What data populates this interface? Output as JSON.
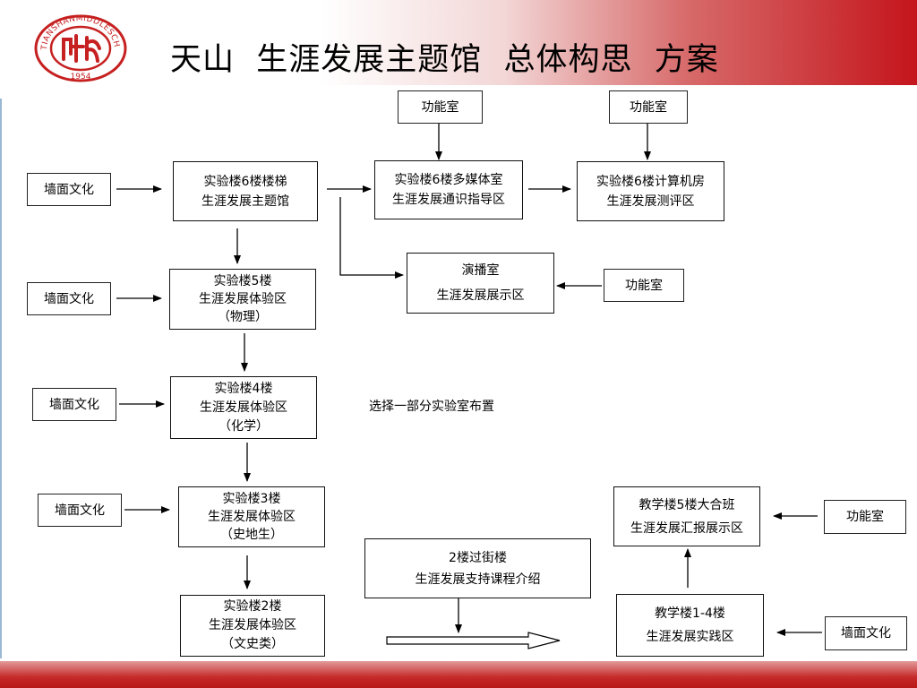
{
  "header": {
    "title": "天山  生涯发展主题馆  总体构思  方案",
    "logo": {
      "icon": "school-seal-logo",
      "ring_text": "TIANSHANMIDDLESCHOOL",
      "year": "1954"
    }
  },
  "diagram": {
    "note": "选择一部分实验室布置",
    "nodes": {
      "wall1": {
        "lines": [
          "墙面文化"
        ]
      },
      "wall2": {
        "lines": [
          "墙面文化"
        ]
      },
      "wall3": {
        "lines": [
          "墙面文化"
        ]
      },
      "wall4": {
        "lines": [
          "墙面文化"
        ]
      },
      "wall5": {
        "lines": [
          "墙面文化"
        ]
      },
      "func1": {
        "lines": [
          "功能室"
        ]
      },
      "func2": {
        "lines": [
          "功能室"
        ]
      },
      "func3": {
        "lines": [
          "功能室"
        ]
      },
      "func4": {
        "lines": [
          "功能室"
        ]
      },
      "hall": {
        "lines": [
          "实验楼6楼楼梯",
          "生涯发展主题馆"
        ]
      },
      "multimedia": {
        "lines": [
          "实验楼6楼多媒体室",
          "生涯发展通识指导区"
        ]
      },
      "computer": {
        "lines": [
          "实验楼6楼计算机房",
          "生涯发展测评区"
        ]
      },
      "studio": {
        "lines": [
          "演播室",
          "生涯发展展示区"
        ]
      },
      "f5": {
        "lines": [
          "实验楼5楼",
          "生涯发展体验区",
          "（物理）"
        ]
      },
      "f4": {
        "lines": [
          "实验楼4楼",
          "生涯发展体验区",
          "（化学）"
        ]
      },
      "f3": {
        "lines": [
          "实验楼3楼",
          "生涯发展体验区",
          "（史地生）"
        ]
      },
      "f2": {
        "lines": [
          "实验楼2楼",
          "生涯发展体验区",
          "（文史类）"
        ]
      },
      "corridor": {
        "lines": [
          "2楼过街楼",
          "生涯发展支持课程介绍"
        ]
      },
      "teach_practice": {
        "lines": [
          "教学楼1-4楼",
          "生涯发展实践区"
        ]
      },
      "teach_report": {
        "lines": [
          "教学楼5楼大合班",
          "生涯发展汇报展示区"
        ]
      }
    }
  }
}
